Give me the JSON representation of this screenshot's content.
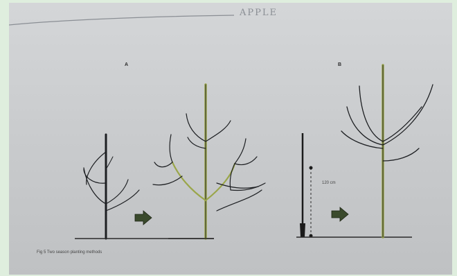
{
  "header": {
    "title": "APPLE"
  },
  "panels": [
    {
      "label": "A"
    },
    {
      "label": "B"
    }
  ],
  "annotation": {
    "height_label": "120 cm"
  },
  "caption": "Fig 5 Two season planting methods",
  "colors": {
    "trunk_young": "#1b1b1b",
    "trunk_grown": "#9aa64a",
    "branch": "#1d1f22",
    "arrow": "#3a4a2c",
    "ground": "#2a2a2a"
  },
  "icons": [
    "right-arrow-icon",
    "right-arrow-icon"
  ]
}
